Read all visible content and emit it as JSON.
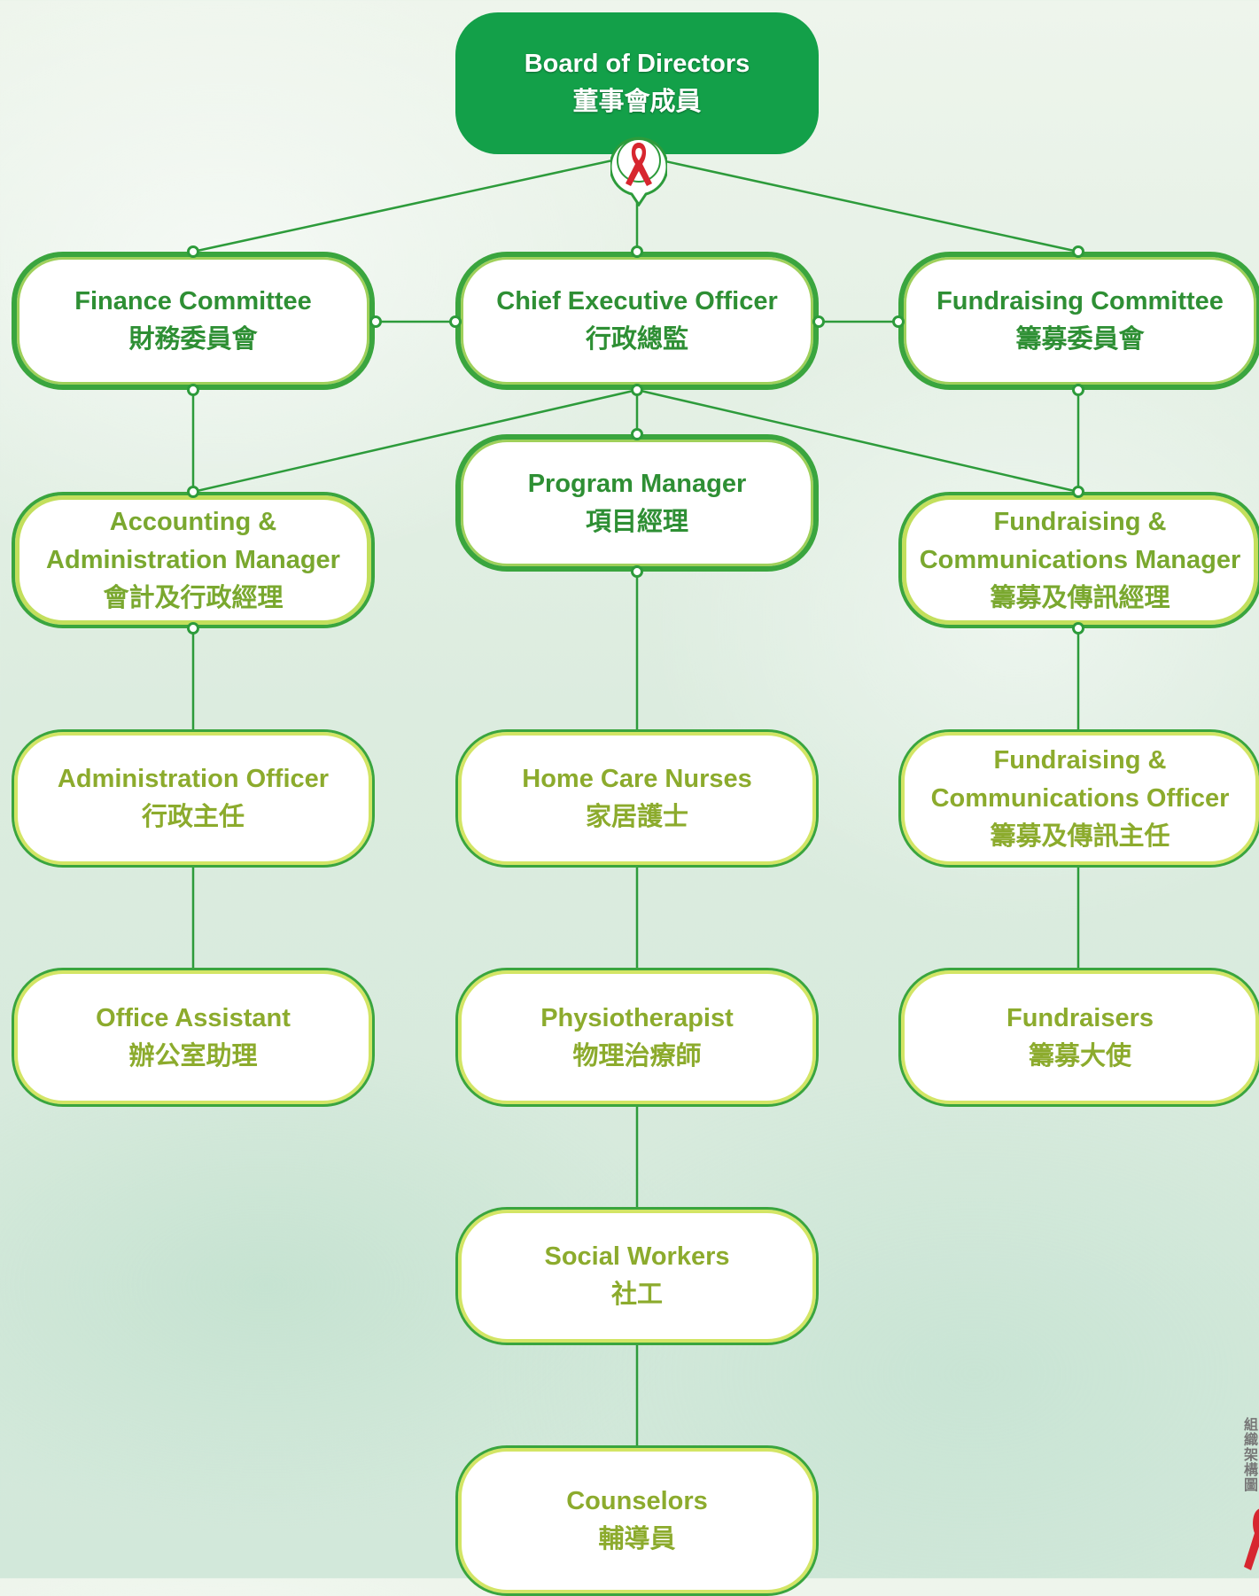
{
  "nodes": {
    "board": {
      "en": "Board of Directors",
      "zh": "董事會成員"
    },
    "finance": {
      "en": "Finance Committee",
      "zh": "財務委員會"
    },
    "ceo": {
      "en": "Chief Executive Officer",
      "zh": "行政總監"
    },
    "fundraising_committee": {
      "en": "Fundraising Committee",
      "zh": "籌募委員會"
    },
    "accounting": {
      "en1": "Accounting &",
      "en2": "Administration Manager",
      "zh": "會計及行政經理"
    },
    "program": {
      "en": "Program Manager",
      "zh": "項目經理"
    },
    "fr_manager": {
      "en1": "Fundraising &",
      "en2": "Communications Manager",
      "zh": "籌募及傳訊經理"
    },
    "admin_officer": {
      "en": "Administration Officer",
      "zh": "行政主任"
    },
    "nurses": {
      "en": "Home Care Nurses",
      "zh": "家居護士"
    },
    "fr_officer": {
      "en1": "Fundraising &",
      "en2": "Communications Officer",
      "zh": "籌募及傳訊主任"
    },
    "office_assistant": {
      "en": "Office Assistant",
      "zh": "辦公室助理"
    },
    "physio": {
      "en": "Physiotherapist",
      "zh": "物理治療師"
    },
    "fundraisers": {
      "en": "Fundraisers",
      "zh": "籌募大使"
    },
    "social": {
      "en": "Social Workers",
      "zh": "社工"
    },
    "counselors": {
      "en": "Counselors",
      "zh": "輔導員"
    }
  },
  "side_label": "組織架構圖",
  "colors": {
    "board_fill": "#13a049",
    "line": "#2d9b3b",
    "text_dark_green": "#2e8f34",
    "text_olive": "#8cab2d",
    "ribbon": "#d7262f"
  },
  "icons": {
    "emblem": "red-ribbon-icon",
    "corner": "red-ribbon-logo-icon"
  }
}
